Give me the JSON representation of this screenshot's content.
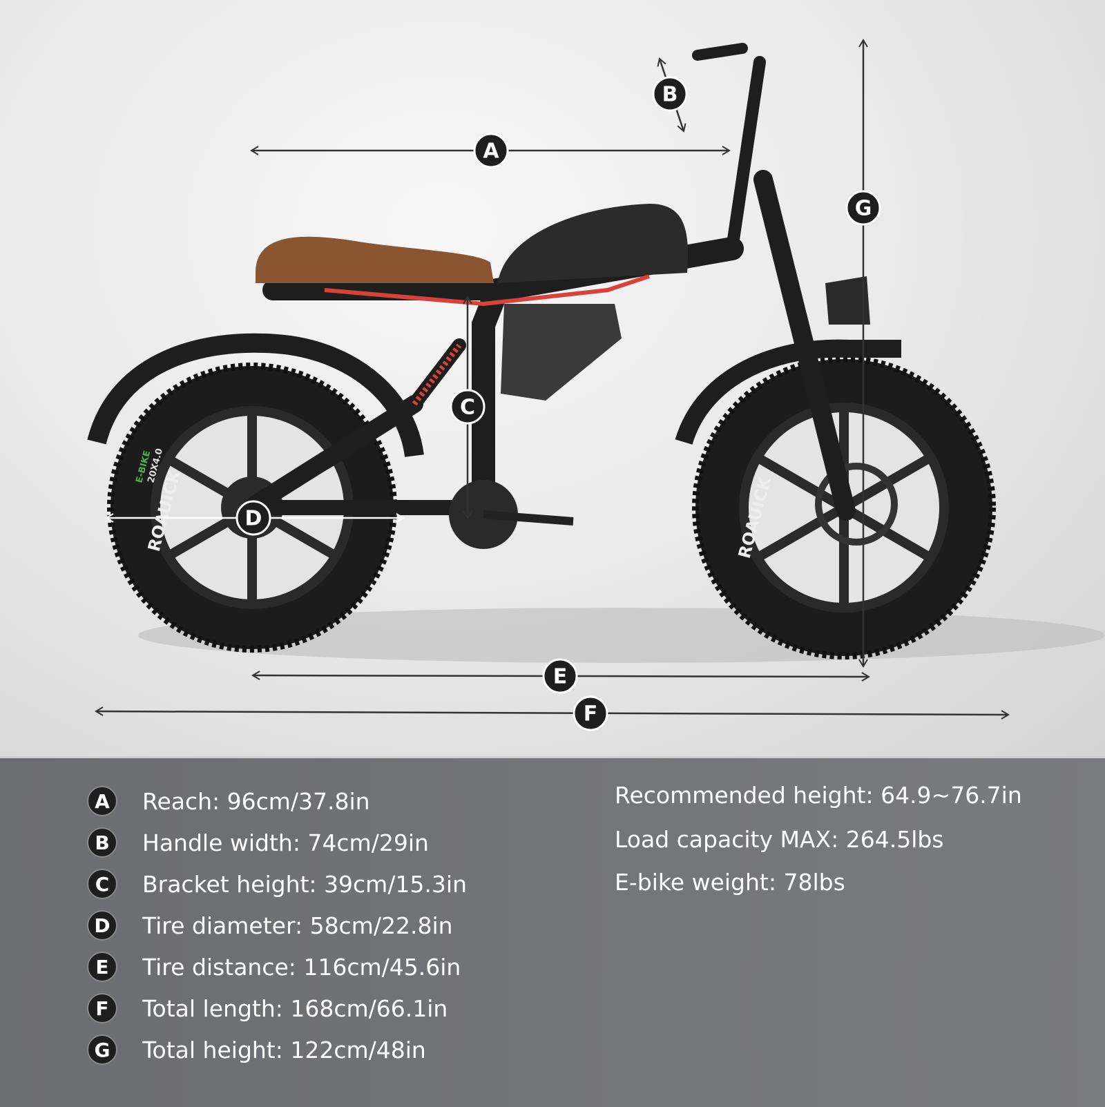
{
  "diagram": {
    "dimension_labels": [
      "A",
      "B",
      "C",
      "D",
      "E",
      "F",
      "G"
    ],
    "tire_brand": "ROAUICK",
    "tire_tag": "E-BIKE",
    "tire_size": "20X4.0",
    "colors": {
      "frame": "#1c1c1c",
      "seat": "#8a5530",
      "accent": "#d9423a",
      "panel": "#707174"
    }
  },
  "specs": [
    {
      "letter": "A",
      "text": "Reach:  96cm/37.8in"
    },
    {
      "letter": "B",
      "text": "Handle width:  74cm/29in"
    },
    {
      "letter": "C",
      "text": "Bracket height:  39cm/15.3in"
    },
    {
      "letter": "D",
      "text": "Tire diameter:  58cm/22.8in"
    },
    {
      "letter": "E",
      "text": "Tire distance:  116cm/45.6in"
    },
    {
      "letter": "F",
      "text": "Total length:  168cm/66.1in"
    },
    {
      "letter": "G",
      "text": "Total height:  122cm/48in"
    }
  ],
  "extras": [
    "Recommended height: 64.9~76.7in",
    "Load capacity MAX: 264.5lbs",
    "E-bike weight: 78lbs"
  ]
}
